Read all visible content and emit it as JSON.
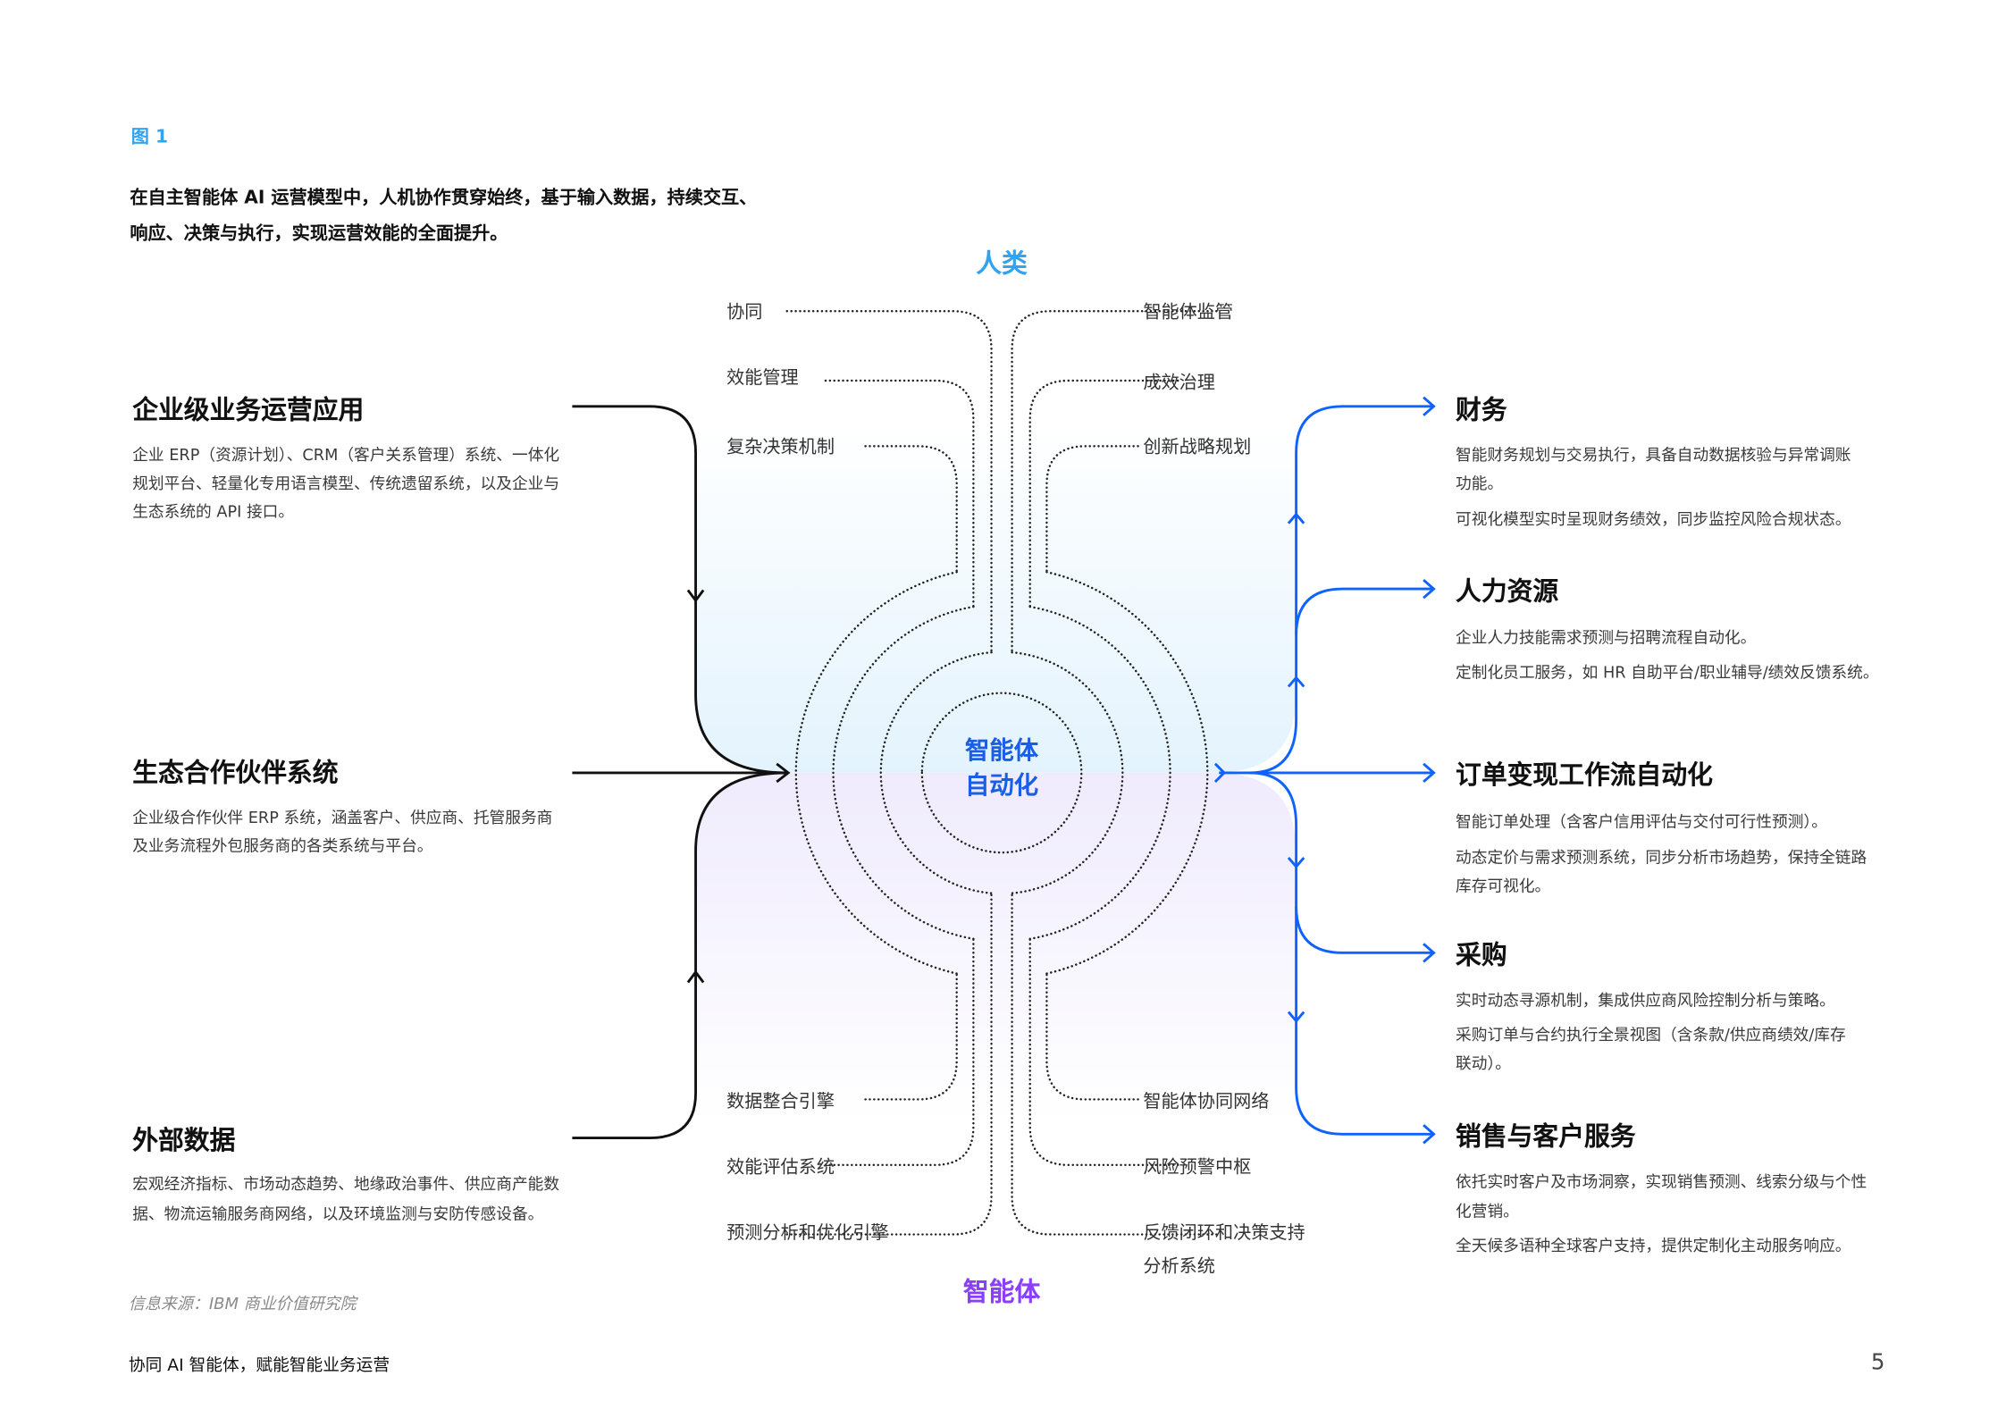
{
  "figure_label": "图 1",
  "caption": [
    "在自主智能体 AI 运营模型中，人机协作贯穿始终，基于输入数据，持续交互、",
    "响应、决策与执行，实现运营效能的全面提升。"
  ],
  "top_label": "人类",
  "bottom_label": "智能体",
  "center": [
    "智能体",
    "自动化"
  ],
  "colors": {
    "human": "#33a3f0",
    "agent": "#8a3ffc",
    "output_lines": "#0f62fe",
    "center_text": "#1a5ee6"
  },
  "inputs": [
    {
      "title": "企业级业务运营应用",
      "desc": [
        "企业 ERP（资源计划）、CRM（客户关系管理）系统、一体化",
        "规划平台、轻量化专用语言模型、传统遗留系统，以及企业与",
        "生态系统的 API 接口。"
      ]
    },
    {
      "title": "生态合作伙伴系统",
      "desc": [
        "企业级合作伙伴  ERP  系统，涵盖客户、供应商、托管服务商",
        "及业务流程外包服务商的各类系统与平台。"
      ]
    },
    {
      "title": "外部数据",
      "desc": [
        "宏观经济指标、市场动态趋势、地缘政治事件、供应商产能数",
        "据、物流运输服务商网络，以及环境监测与安防传感设备。"
      ]
    }
  ],
  "human_left": [
    "协同",
    "效能管理",
    "复杂决策机制"
  ],
  "human_right": [
    "智能体监管",
    "成效治理",
    "创新战略规划"
  ],
  "agent_left": [
    "数据整合引擎",
    "效能评估系统",
    "预测分析和优化引擎"
  ],
  "agent_right": [
    "智能体协同网络",
    "风险预警中枢",
    "反馈闭环和决策支持",
    "分析系统"
  ],
  "outputs": [
    {
      "title": "财务",
      "desc": [
        "智能财务规划与交易执行，具备自动数据核验与异常调账",
        "功能。",
        "可视化模型实时呈现财务绩效，同步监控风险合规状态。"
      ]
    },
    {
      "title": "人力资源",
      "desc": [
        "企业人力技能需求预测与招聘流程自动化。",
        "定制化员工服务，如 HR 自助平台/职业辅导/绩效反馈系统。"
      ]
    },
    {
      "title": "订单变现工作流自动化",
      "desc": [
        "智能订单处理（含客户信用评估与交付可行性预测）。",
        "动态定价与需求预测系统，同步分析市场趋势，保持全链路",
        "库存可视化。"
      ]
    },
    {
      "title": "采购",
      "desc": [
        "实时动态寻源机制，集成供应商风险控制分析与策略。",
        "采购订单与合约执行全景视图（含条款/供应商绩效/库存",
        "联动）。"
      ]
    },
    {
      "title": "销售与客户服务",
      "desc": [
        "依托实时客户及市场洞察，实现销售预测、线索分级与个性",
        "化营销。",
        "全天候多语种全球客户支持，提供定制化主动服务响应。"
      ]
    }
  ],
  "source": "信息来源：IBM 商业价值研究院",
  "footer": "协同 AI 智能体，赋能智能业务运营",
  "page_number": "5"
}
